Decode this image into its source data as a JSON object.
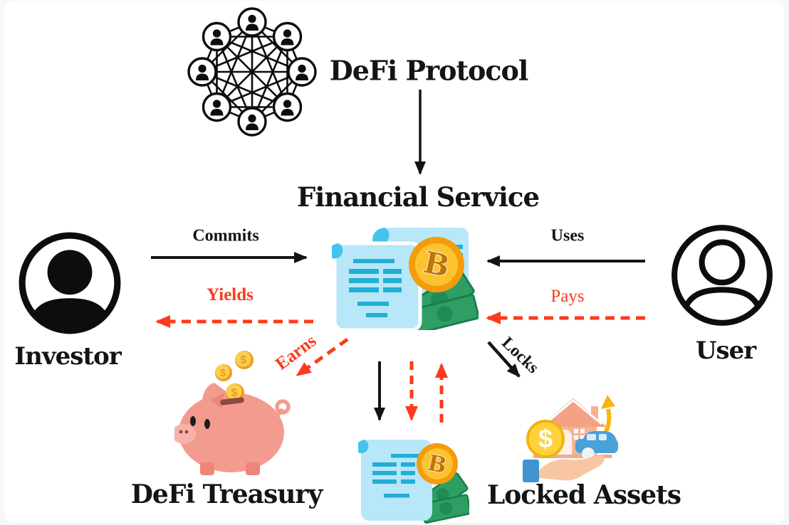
{
  "nodes": {
    "defi_protocol": {
      "label": "DeFi Protocol",
      "icon": "network-users-icon"
    },
    "financial_service": {
      "label": "Financial Service",
      "icon": "contract-bitcoin-cash-icon"
    },
    "investor": {
      "label": "Investor",
      "icon": "investor-avatar-icon"
    },
    "user": {
      "label": "User",
      "icon": "user-avatar-icon"
    },
    "defi_treasury": {
      "label": "DeFi Treasury",
      "icon": "piggy-bank-coins-icon"
    },
    "locked_assets": {
      "label": "Locked Assets",
      "icon": "hand-holding-house-car-coin-icon"
    },
    "settlement_contract": {
      "icon": "contract-bitcoin-cash-icon-small"
    }
  },
  "edges": {
    "protocol_to_service": {
      "from": "DeFi Protocol",
      "to": "Financial Service",
      "style": "solid",
      "color": "black"
    },
    "commits": {
      "label": "Commits",
      "from": "Investor",
      "to": "Financial Service",
      "style": "solid",
      "color": "black"
    },
    "yields": {
      "label": "Yields",
      "from": "Financial Service",
      "to": "Investor",
      "style": "dashed",
      "color": "red"
    },
    "uses": {
      "label": "Uses",
      "from": "User",
      "to": "Financial Service",
      "style": "solid",
      "color": "black"
    },
    "pays": {
      "label": "Pays",
      "from": "Financial Service",
      "to": "User",
      "style": "dashed",
      "color": "red"
    },
    "earns": {
      "label": "Earns",
      "from": "Financial Service",
      "to": "DeFi Treasury",
      "style": "dashed",
      "color": "red"
    },
    "locks": {
      "label": "Locks",
      "from": "Financial Service",
      "to": "Locked Assets",
      "style": "solid",
      "color": "black"
    },
    "service_to_contract_solid": {
      "from": "Financial Service",
      "to": "settlement_contract",
      "style": "solid",
      "color": "black"
    },
    "service_to_contract_dashed": {
      "from": "Financial Service",
      "to": "settlement_contract",
      "style": "dashed",
      "color": "red"
    },
    "contract_to_service_dashed": {
      "from": "settlement_contract",
      "to": "Financial Service",
      "style": "dashed",
      "color": "red"
    }
  },
  "icon_symbols": {
    "bitcoin": "B",
    "dollar": "$"
  },
  "colors": {
    "background": "#f7f7f7",
    "canvas": "#ffffff",
    "black": "#141414",
    "red_accent": "#fd3a1d",
    "scroll_blue": "#b7e7f8",
    "scroll_fold": "#45c3ec",
    "scroll_lines": "#22aed6",
    "bill_green": "#2f9e63",
    "bill_dark_green": "#1b7d4e",
    "coin_gold": "#f49c0c",
    "coin_face": "#fcc330",
    "piggy_pink": "#f49b90",
    "piggy_dark": "#ef8478",
    "house_peach": "#f6b394",
    "roof_peach": "#f3a284",
    "car_blue": "#4aa1d9",
    "hand_peach": "#f9c6a2",
    "sleeve_blue": "#4194cf",
    "asset_arrow_yellow": "#f6b60d"
  }
}
